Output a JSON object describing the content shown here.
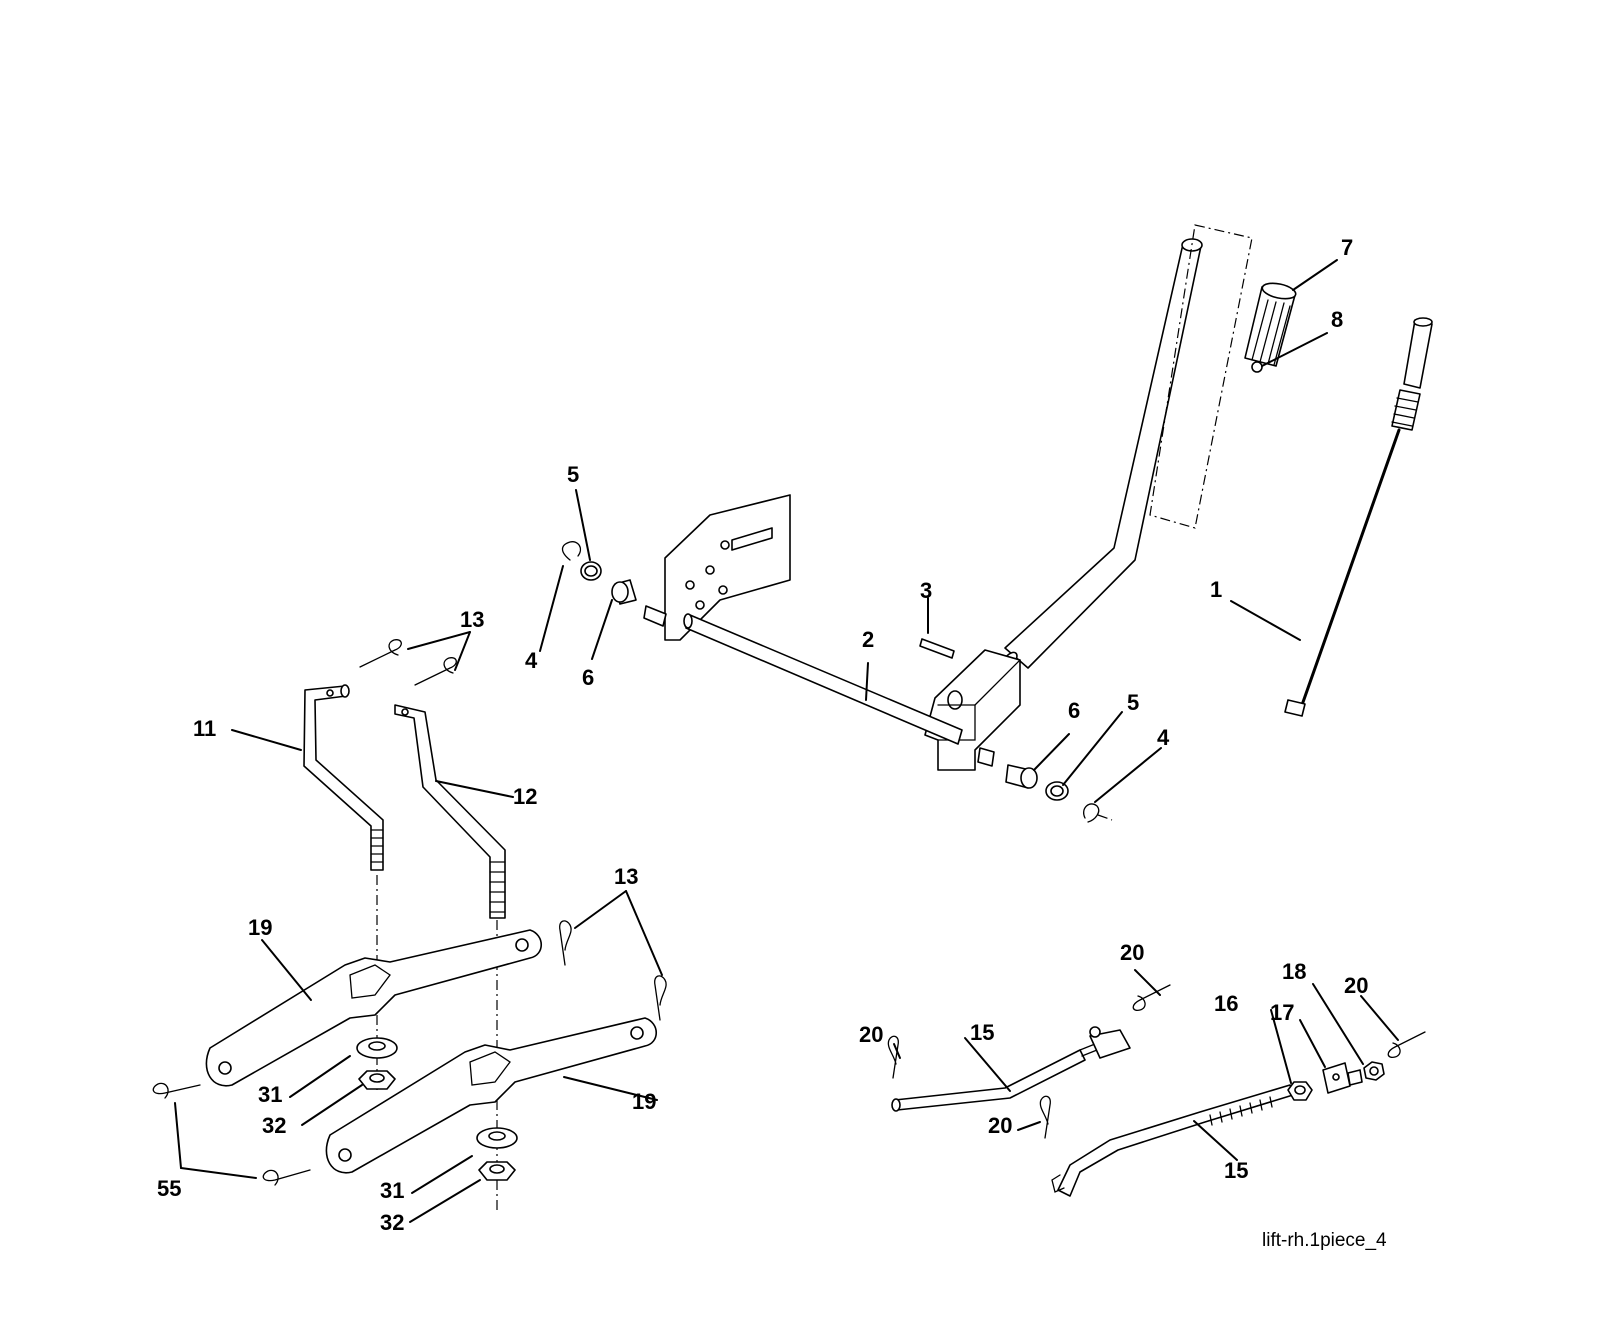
{
  "labels": {
    "1": "1",
    "2": "2",
    "3": "3",
    "4": "4",
    "5": "5",
    "6": "6",
    "7": "7",
    "8": "8",
    "11": "11",
    "12": "12",
    "13": "13",
    "15": "15",
    "16": "16",
    "17": "17",
    "18": "18",
    "19": "19",
    "20": "20",
    "31": "31",
    "32": "32",
    "55": "55"
  },
  "drawing_code": "lift-rh.1piece_4"
}
